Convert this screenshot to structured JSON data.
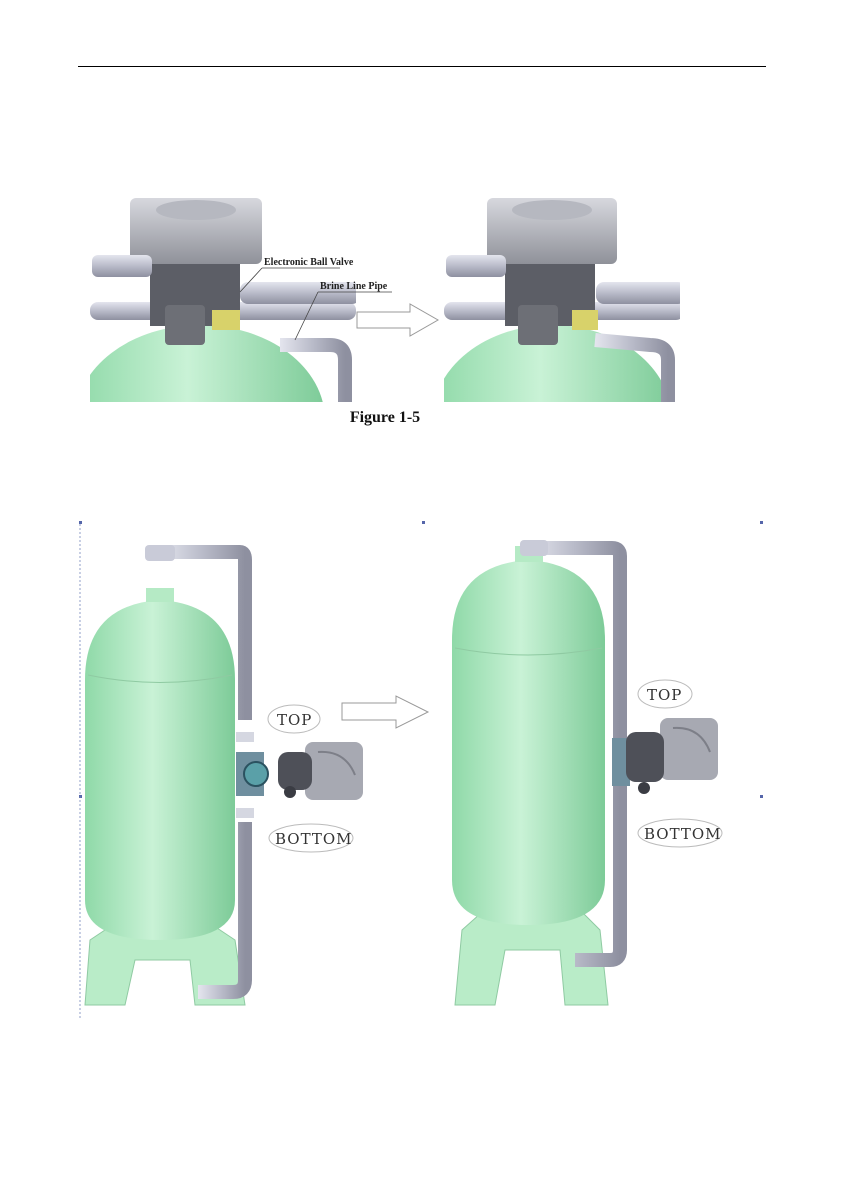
{
  "figure_top": {
    "callouts": {
      "electronic_ball_valve": "Electronic Ball Valve",
      "brine_line_pipe": "Brine Line Pipe"
    },
    "caption": "Figure 1-5"
  },
  "figure_bottom": {
    "labels": {
      "top": "TOP",
      "bottom": "BOTTOM"
    }
  },
  "colors": {
    "tank_green": "#a8e6c0",
    "pipe_gray": "#c9cbd8",
    "valve_gray": "#8a8c94"
  }
}
